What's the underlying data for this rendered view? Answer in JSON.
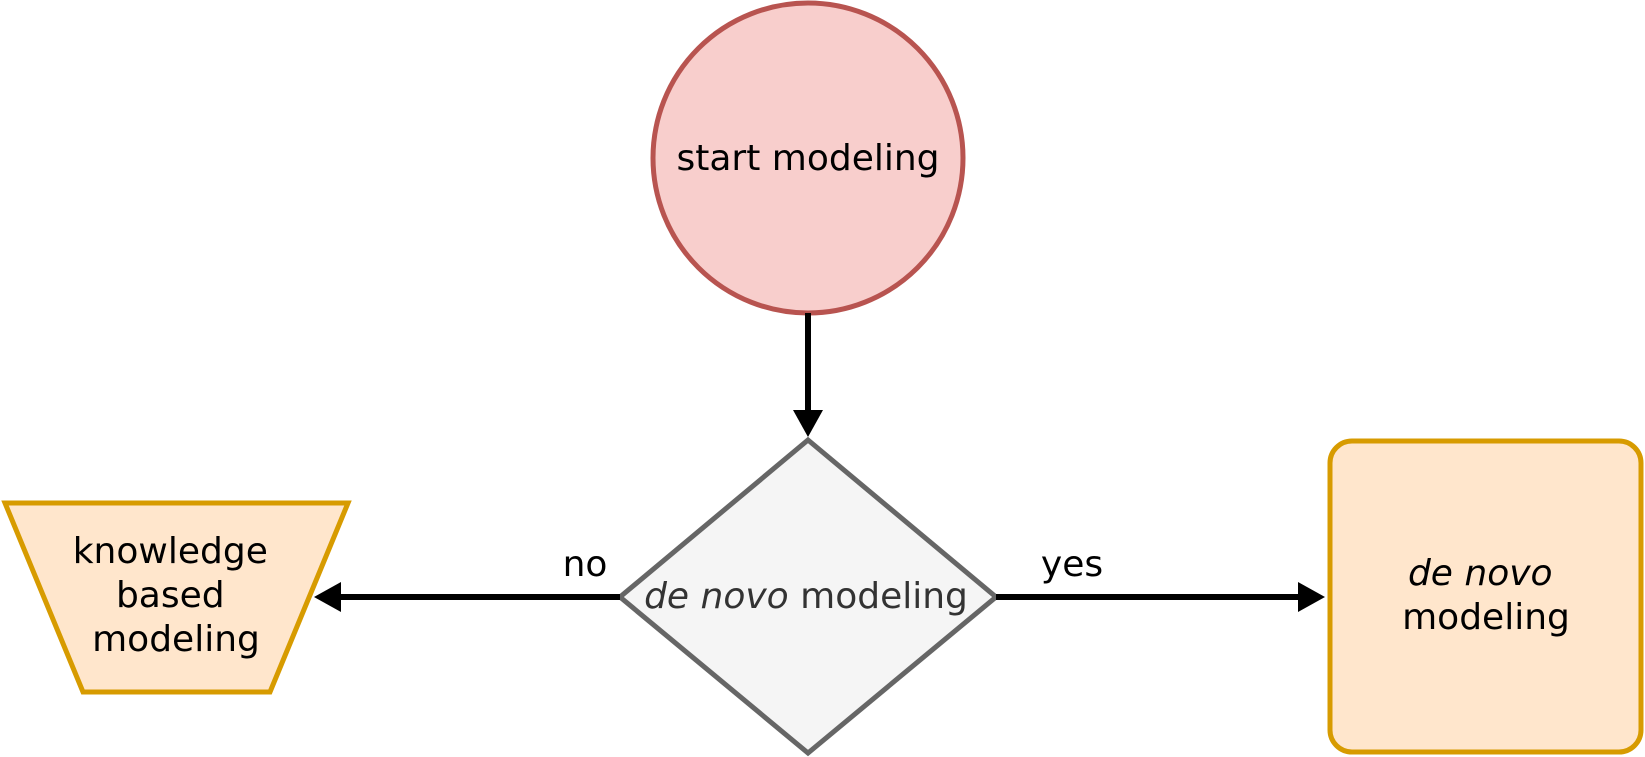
{
  "diagram": {
    "nodes": {
      "start": {
        "label": "start modeling",
        "fill": "#f8cecc",
        "stroke": "#b85450"
      },
      "decision": {
        "label_italic": "de novo",
        "label_rest": " modeling",
        "fill": "#f5f5f5",
        "stroke": "#666666"
      },
      "knowledge": {
        "lines": [
          "knowledge",
          "based",
          "modeling"
        ],
        "fill": "#ffe6cc",
        "stroke": "#d79b00"
      },
      "denovo": {
        "line1_italic": "de novo",
        "line2": "modeling",
        "fill": "#ffe6cc",
        "stroke": "#d79b00"
      }
    },
    "edges": {
      "no_label": "no",
      "yes_label": "yes",
      "color": "#000000"
    }
  }
}
